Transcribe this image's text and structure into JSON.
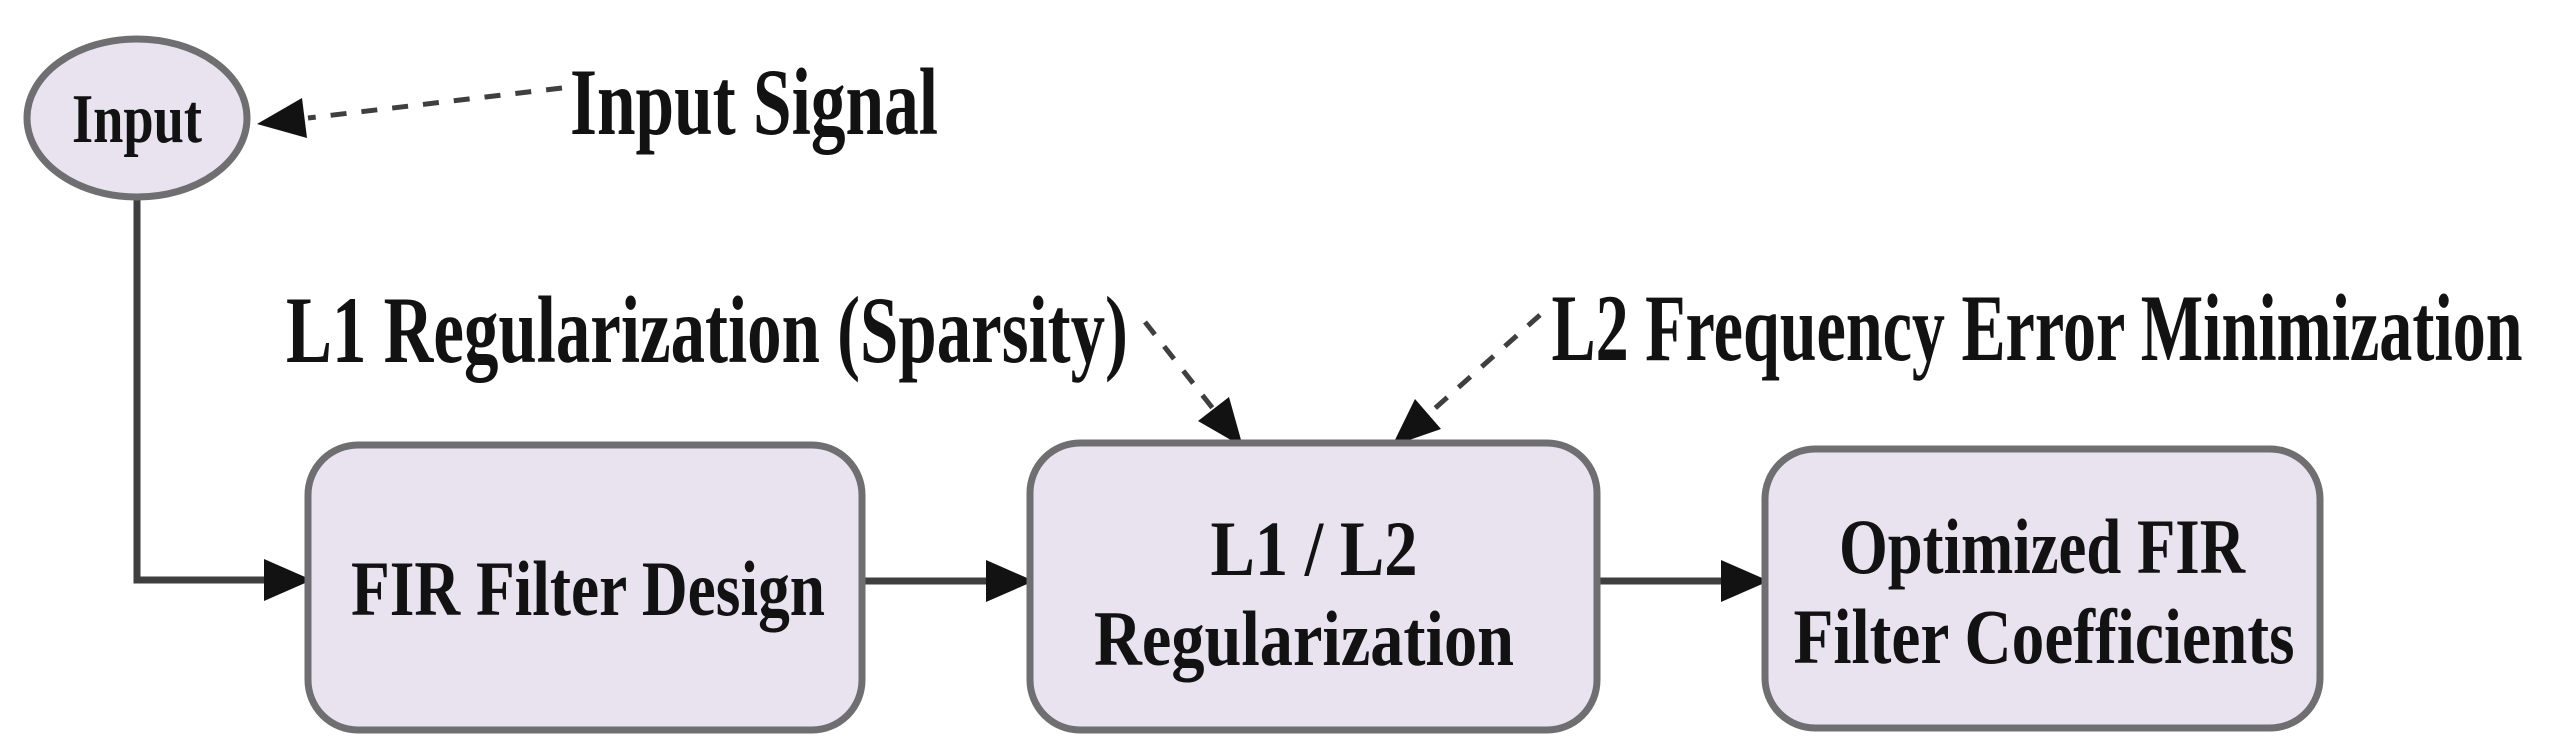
{
  "diagram": {
    "nodes": {
      "input": {
        "label": "Input"
      },
      "fir": {
        "label": "FIR Filter Design"
      },
      "regularization": {
        "line1": "L1 / L2",
        "line2": "Regularization"
      },
      "output": {
        "line1": "Optimized FIR",
        "line2": "Filter Coefficients"
      }
    },
    "annotations": {
      "input_signal": {
        "text": "Input Signal"
      },
      "l1": {
        "text": "L1 Regularization (Sparsity)"
      },
      "l2": {
        "text": "L2 Frequency Error Minimization"
      }
    },
    "colors": {
      "background": "#ffffff",
      "node_fill": "#e8e3ef",
      "node_stroke": "#6f6f71",
      "connector": "#3f3f3f",
      "arrowhead": "#121212",
      "text": "#121212"
    }
  }
}
